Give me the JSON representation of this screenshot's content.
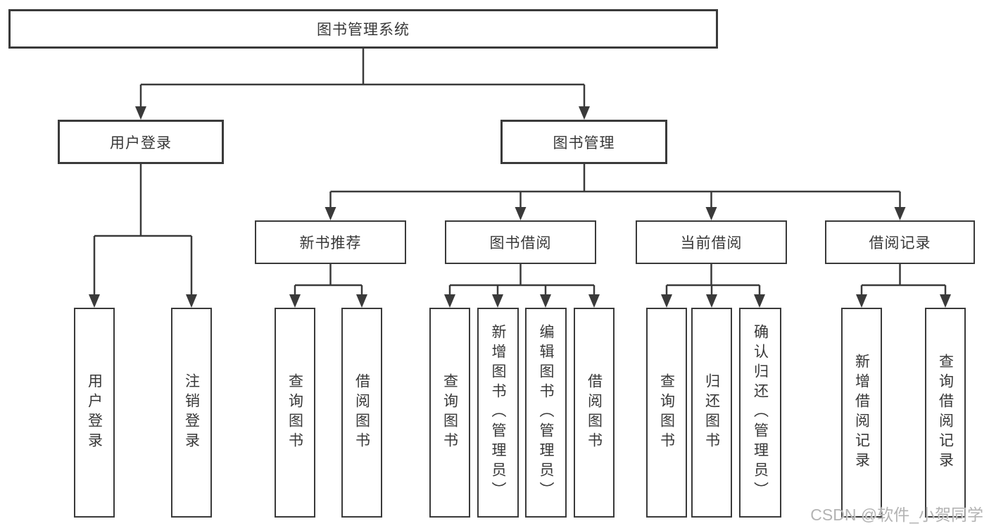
{
  "tree": {
    "root": {
      "label": "图书管理系统"
    },
    "branches": [
      {
        "label": "用户登录",
        "children": [
          {
            "label": "用户登录"
          },
          {
            "label": "注销登录"
          }
        ]
      },
      {
        "label": "图书管理",
        "children": [
          {
            "label": "新书推荐",
            "children": [
              {
                "label": "查询图书"
              },
              {
                "label": "借阅图书"
              }
            ]
          },
          {
            "label": "图书借阅",
            "children": [
              {
                "label": "查询图书"
              },
              {
                "label": "新增图书（管理员）"
              },
              {
                "label": "编辑图书（管理员）"
              },
              {
                "label": "借阅图书"
              }
            ]
          },
          {
            "label": "当前借阅",
            "children": [
              {
                "label": "查询图书"
              },
              {
                "label": "归还图书"
              },
              {
                "label": "确认归还（管理员）"
              }
            ]
          },
          {
            "label": "借阅记录",
            "children": [
              {
                "label": "新增借阅记录"
              },
              {
                "label": "查询借阅记录"
              }
            ]
          }
        ]
      }
    ]
  },
  "watermark": {
    "text": "CSDN @软件_小贺同学"
  },
  "colors": {
    "background": "#ffffff",
    "line": "#3a3a3a",
    "text": "#383838",
    "watermark": "#b3b3b3"
  }
}
